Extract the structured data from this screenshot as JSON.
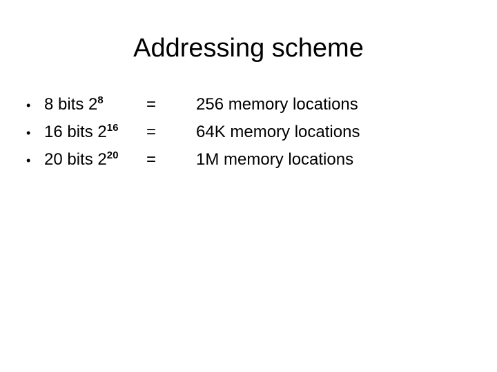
{
  "slide": {
    "title": "Addressing scheme",
    "bullet_marker": "•",
    "equals_sign": "=",
    "text_color": "#000000",
    "background_color": "#ffffff",
    "rows": [
      {
        "bits_label": "8 bits 2",
        "exponent": "8",
        "equals": "=",
        "amount": "256",
        "unit": "memory locations",
        "result": "256 memory locations"
      },
      {
        "bits_label": "16 bits 2",
        "exponent": "16",
        "equals": "=",
        "amount": "64K",
        "unit": "memory locations",
        "result": "64K memory locations"
      },
      {
        "bits_label": "20 bits 2",
        "exponent": "20",
        "equals": "=",
        "amount": "1M",
        "unit": "memory locations",
        "result": "1M memory locations"
      }
    ]
  }
}
